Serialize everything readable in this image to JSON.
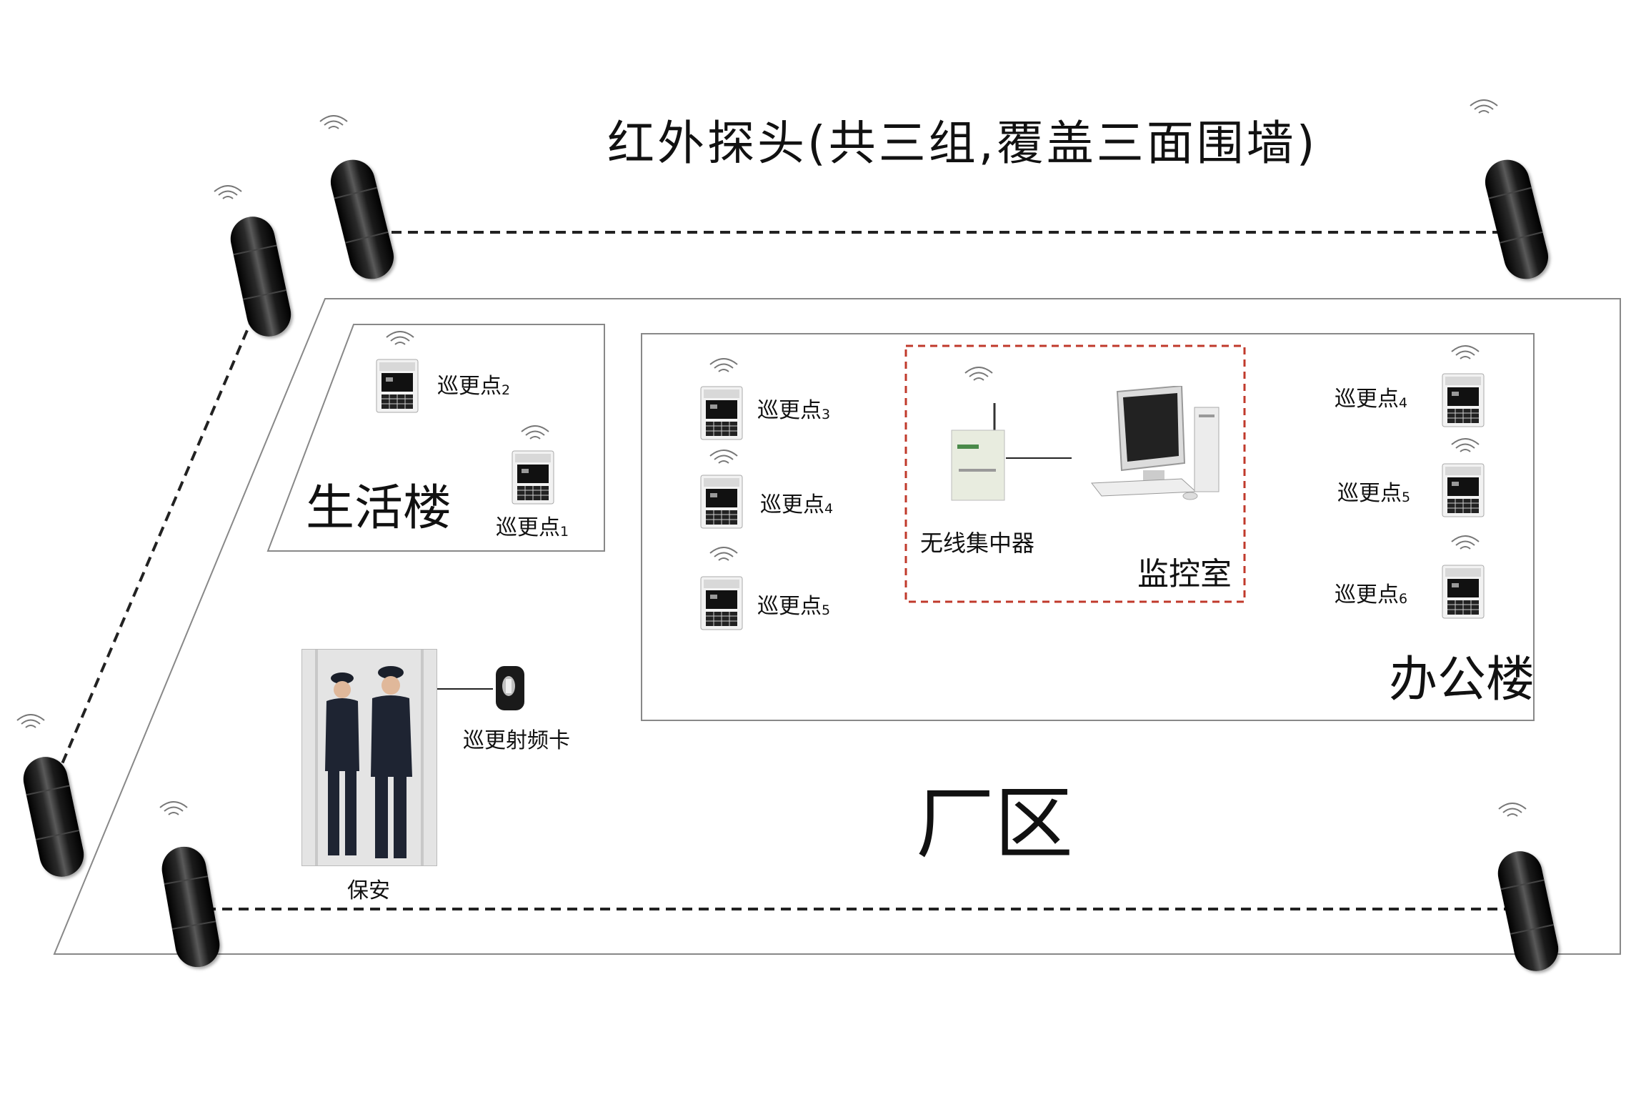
{
  "title": "红外探头(共三组,覆盖三面围墙)",
  "zones": {
    "factory": "厂区",
    "living_building": "生活楼",
    "office_building": "办公楼",
    "monitor_room": "监控室"
  },
  "living_points": [
    {
      "name": "巡更点",
      "num": "2"
    },
    {
      "name": "巡更点",
      "num": "1"
    }
  ],
  "office_left_points": [
    {
      "name": "巡更点",
      "num": "3"
    },
    {
      "name": "巡更点",
      "num": "4"
    },
    {
      "name": "巡更点",
      "num": "5"
    }
  ],
  "office_right_points": [
    {
      "name": "巡更点",
      "num": "4"
    },
    {
      "name": "巡更点",
      "num": "5"
    },
    {
      "name": "巡更点",
      "num": "6"
    }
  ],
  "devices": {
    "concentrator": "无线集中器",
    "rf_card": "巡更射频卡",
    "security": "保安"
  },
  "colors": {
    "line": "#222222",
    "monitor_border": "#c0392b",
    "sensor": "#111111"
  },
  "icons": [
    "wireless-signal-icon",
    "patrol-reader-icon",
    "infrared-sensor-icon",
    "computer-icon",
    "rf-card-icon"
  ]
}
